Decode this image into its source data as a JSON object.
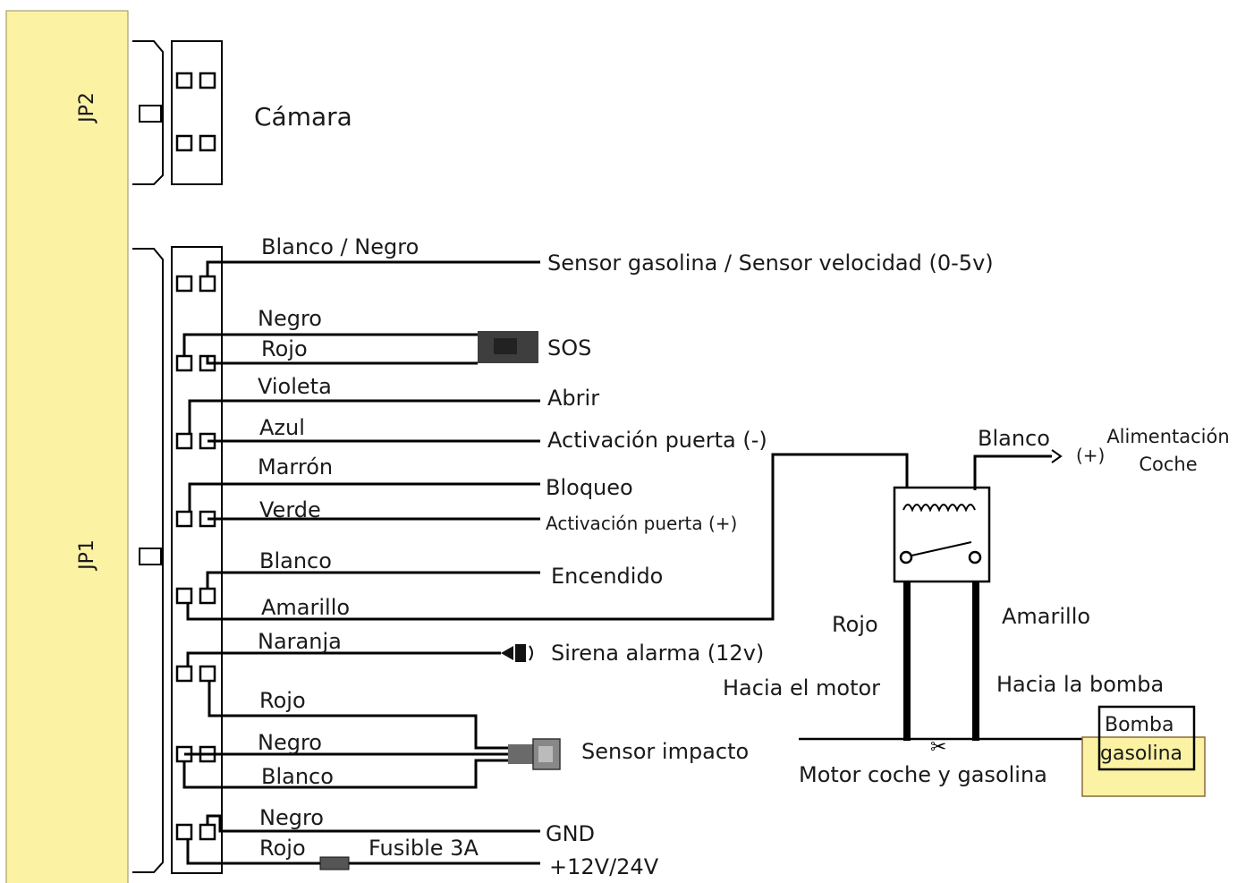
{
  "colors": {
    "board": "#fbf2a4",
    "relay": "#ffffff",
    "pump": "#fbf2a4"
  },
  "connectors": {
    "jp2": "JP2",
    "jp1": "JP1",
    "camera": "Cámara"
  },
  "wires": {
    "blanco_negro": "Blanco / Negro",
    "negro1": "Negro",
    "rojo1": "Rojo",
    "violeta": "Violeta",
    "azul": "Azul",
    "marron": "Marrón",
    "verde": "Verde",
    "blanco1": "Blanco",
    "amarillo1": "Amarillo",
    "naranja": "Naranja",
    "rojo2": "Rojo",
    "negro2": "Negro",
    "blanco2": "Blanco",
    "negro3": "Negro",
    "rojo3": "Rojo"
  },
  "targets": {
    "sensor_gasolina": "Sensor gasolina / Sensor velocidad (0-5v)",
    "sos": "SOS",
    "abrir": "Abrir",
    "activacion_neg": "Activación puerta (-)",
    "bloqueo": "Bloqueo",
    "activacion_pos": "Activación puerta (+)",
    "encendido": "Encendido",
    "sirena": "Sirena alarma (12v)",
    "sensor_impacto": "Sensor impacto",
    "gnd": "GND",
    "power": "+12V/24V",
    "fusible": "Fusible 3A"
  },
  "relay": {
    "blanco": "Blanco",
    "plus": "(+)",
    "alimentacion_1": "Alimentación",
    "alimentacion_2": "Coche",
    "rojo": "Rojo",
    "amarillo": "Amarillo",
    "hacia_motor": "Hacia el motor",
    "hacia_bomba": "Hacia la bomba",
    "motor_coche": "Motor coche y gasolina",
    "bomba_1": "Bomba",
    "bomba_2": "gasolina"
  }
}
